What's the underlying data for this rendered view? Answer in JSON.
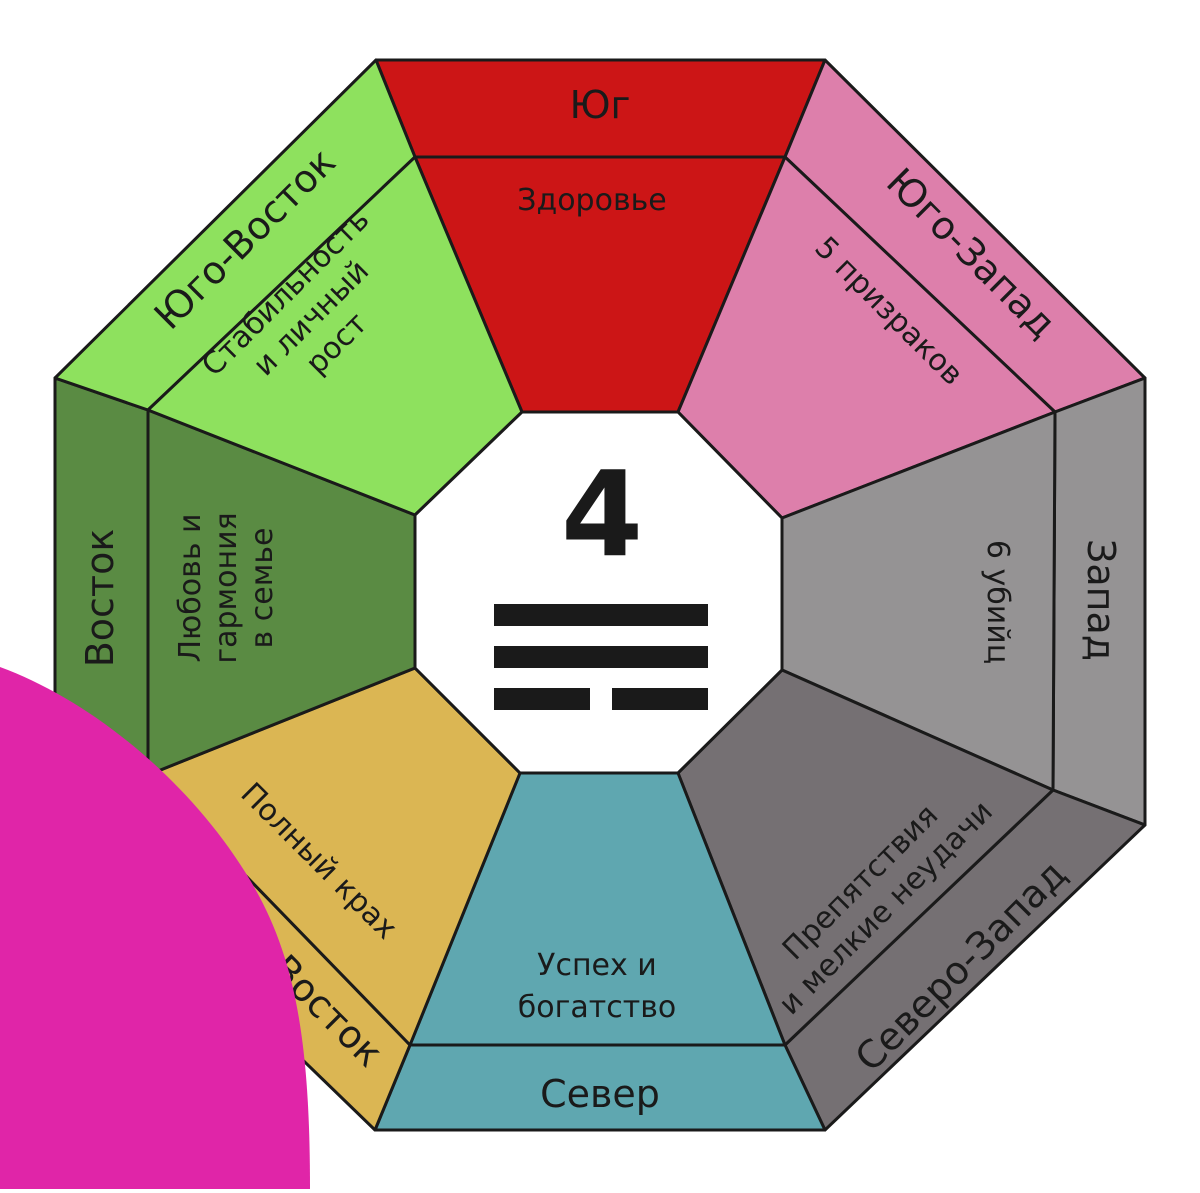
{
  "diagram": {
    "center": {
      "number": "4",
      "trigram": "trigram-icon"
    },
    "sectors": [
      {
        "id": "south",
        "direction": "Юг",
        "meaning": [
          "Здоровье"
        ],
        "color": "#cc1516"
      },
      {
        "id": "southwest",
        "direction": "Юго-Запад",
        "meaning": [
          "5 призраков"
        ],
        "color": "#dd7fab"
      },
      {
        "id": "west",
        "direction": "Запад",
        "meaning": [
          "6 убийц"
        ],
        "color": "#959394"
      },
      {
        "id": "northwest",
        "direction": "Северо-Запад",
        "meaning": [
          "Препятствия",
          "и мелкие неудачи"
        ],
        "color": "#757073"
      },
      {
        "id": "north",
        "direction": "Север",
        "meaning": [
          "Успех и",
          "богатство"
        ],
        "color": "#5fa7b0"
      },
      {
        "id": "northeast",
        "direction": "Восток",
        "meaning": [
          "Полный крах"
        ],
        "color": "#dbb653"
      },
      {
        "id": "east",
        "direction": "Восток",
        "meaning": [
          "Любовь и",
          "гармония",
          "в семье"
        ],
        "color": "#5a8b43"
      },
      {
        "id": "southeast",
        "direction": "Юго-Восток",
        "meaning": [
          "Стабильность",
          "и личный",
          "рост"
        ],
        "color": "#8ee15e"
      }
    ],
    "decoration": {
      "color": "#e025a8"
    }
  }
}
